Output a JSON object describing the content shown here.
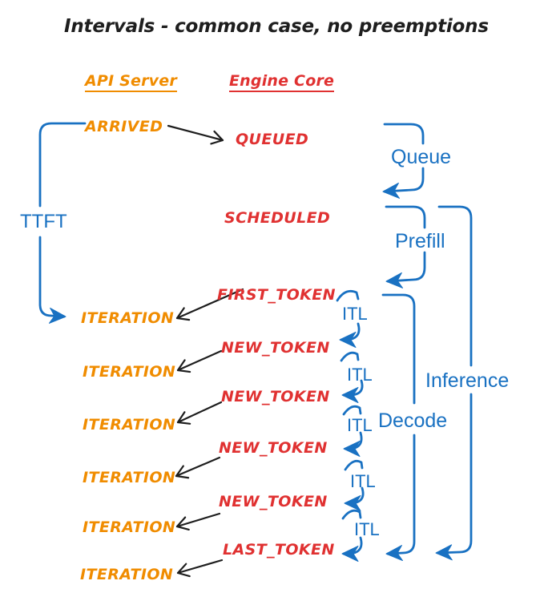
{
  "title": "Intervals - common case, no preemptions",
  "columns": {
    "api_server": "API Server",
    "engine_core": "Engine Core"
  },
  "events": {
    "arrived": "ARRIVED",
    "queued": "QUEUED",
    "scheduled": "SCHEDULED",
    "first_token": "FIRST_TOKEN",
    "new_token": "NEW_TOKEN",
    "last_token": "LAST_TOKEN",
    "iteration": "ITERATION"
  },
  "intervals": {
    "ttft": "TTFT",
    "queue": "Queue",
    "prefill": "Prefill",
    "itl": "ITL",
    "decode": "Decode",
    "inference": "Inference"
  },
  "colors": {
    "api_event": "#f08c00",
    "engine_event": "#e03131",
    "interval": "#1971c2",
    "arrow": "#1e1e1e",
    "background": "#ffffff"
  }
}
